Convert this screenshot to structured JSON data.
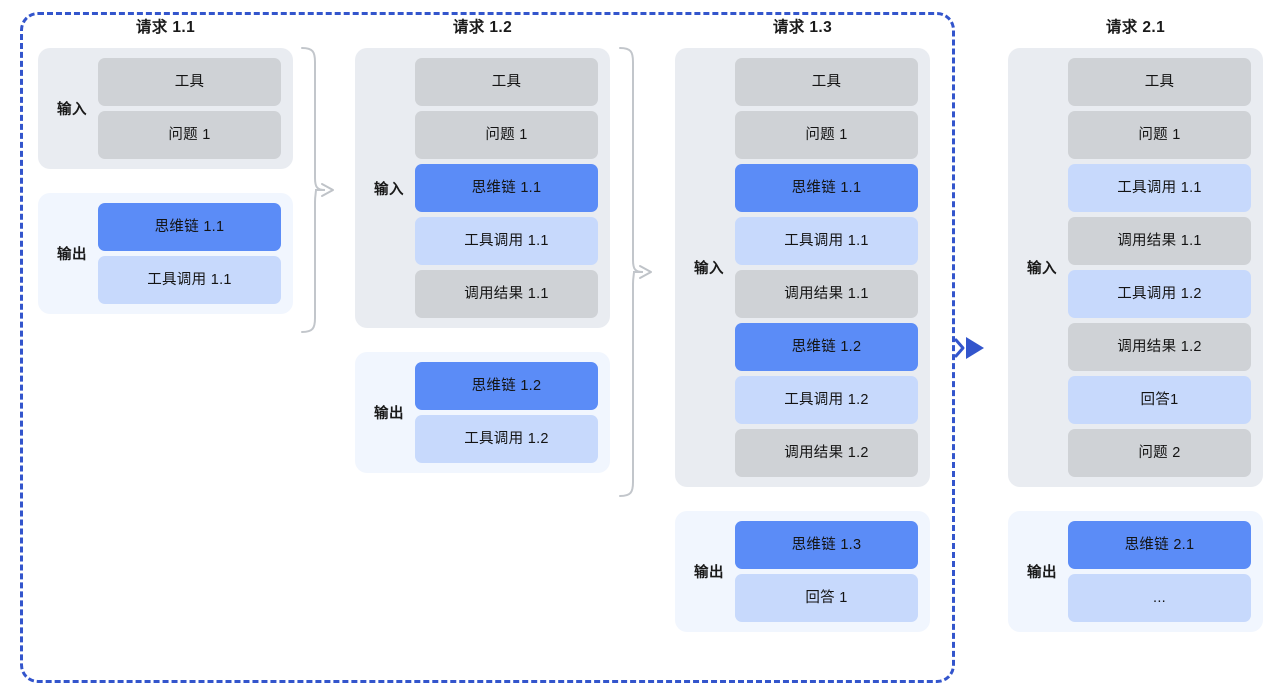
{
  "diagram": {
    "title_hidden": "",
    "colors": {
      "boundary": "#3355cc",
      "input_container": "#e9ecf1",
      "output_container": "#f1f6fe",
      "pill_gray": "#cfd2d6",
      "pill_blue_strong": "#5b8cf7",
      "pill_blue_light": "#c7d9fc",
      "connector_gray": "#c2c6cb",
      "arrow_blue": "#3355cc"
    },
    "labels": {
      "input": "输入",
      "output": "输出"
    },
    "columns": [
      {
        "title": "请求 1.1",
        "input": {
          "label": "输入",
          "items": [
            {
              "text": "工具",
              "style": "gray"
            },
            {
              "text": "问题 1",
              "style": "gray"
            }
          ]
        },
        "output": {
          "label": "输出",
          "items": [
            {
              "text": "思维链 1.1",
              "style": "blue-strong"
            },
            {
              "text": "工具调用 1.1",
              "style": "blue-light"
            }
          ]
        }
      },
      {
        "title": "请求 1.2",
        "input": {
          "label": "输入",
          "items": [
            {
              "text": "工具",
              "style": "gray"
            },
            {
              "text": "问题 1",
              "style": "gray"
            },
            {
              "text": "思维链 1.1",
              "style": "blue-strong"
            },
            {
              "text": "工具调用 1.1",
              "style": "blue-light"
            },
            {
              "text": "调用结果 1.1",
              "style": "gray"
            }
          ]
        },
        "output": {
          "label": "输出",
          "items": [
            {
              "text": "思维链 1.2",
              "style": "blue-strong"
            },
            {
              "text": "工具调用 1.2",
              "style": "blue-light"
            }
          ]
        }
      },
      {
        "title": "请求 1.3",
        "input": {
          "label": "输入",
          "items": [
            {
              "text": "工具",
              "style": "gray"
            },
            {
              "text": "问题 1",
              "style": "gray"
            },
            {
              "text": "思维链 1.1",
              "style": "blue-strong"
            },
            {
              "text": "工具调用 1.1",
              "style": "blue-light"
            },
            {
              "text": "调用结果 1.1",
              "style": "gray"
            },
            {
              "text": "思维链 1.2",
              "style": "blue-strong"
            },
            {
              "text": "工具调用 1.2",
              "style": "blue-light"
            },
            {
              "text": "调用结果 1.2",
              "style": "gray"
            }
          ]
        },
        "output": {
          "label": "输出",
          "items": [
            {
              "text": "思维链 1.3",
              "style": "blue-strong"
            },
            {
              "text": "回答 1",
              "style": "blue-light"
            }
          ]
        }
      },
      {
        "title": "请求 2.1",
        "input": {
          "label": "输入",
          "items": [
            {
              "text": "工具",
              "style": "gray"
            },
            {
              "text": "问题 1",
              "style": "gray"
            },
            {
              "text": "工具调用 1.1",
              "style": "blue-light"
            },
            {
              "text": "调用结果 1.1",
              "style": "gray"
            },
            {
              "text": "工具调用 1.2",
              "style": "blue-light"
            },
            {
              "text": "调用结果 1.2",
              "style": "gray"
            },
            {
              "text": "回答1",
              "style": "blue-light"
            },
            {
              "text": "问题 2",
              "style": "gray"
            }
          ]
        },
        "output": {
          "label": "输出",
          "items": [
            {
              "text": "思维链 2.1",
              "style": "blue-strong"
            },
            {
              "text": "...",
              "style": "blue-light"
            }
          ]
        }
      }
    ],
    "connectors": [
      {
        "name": "brace-col1-to-col2",
        "kind": "brace-arrow"
      },
      {
        "name": "brace-col2-to-col3",
        "kind": "brace-arrow"
      },
      {
        "name": "session-arrow-col3-to-col4",
        "kind": "arrow"
      }
    ]
  }
}
